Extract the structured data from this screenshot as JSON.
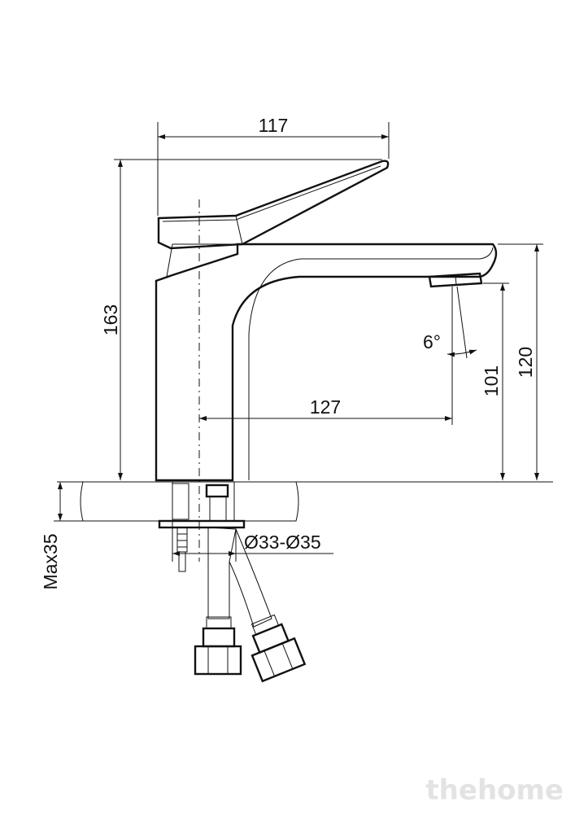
{
  "dimensions": {
    "spout_reach": "117",
    "total_height": "163",
    "outlet_offset": "127",
    "spout_angle": "6°",
    "outlet_height": "101",
    "spout_height": "120",
    "mounting_hole": "Ø33-Ø35",
    "max_deck_thickness": "Max35"
  },
  "watermark": "thehome",
  "colors": {
    "line": "#111111",
    "watermark": "#e3e3e3"
  }
}
